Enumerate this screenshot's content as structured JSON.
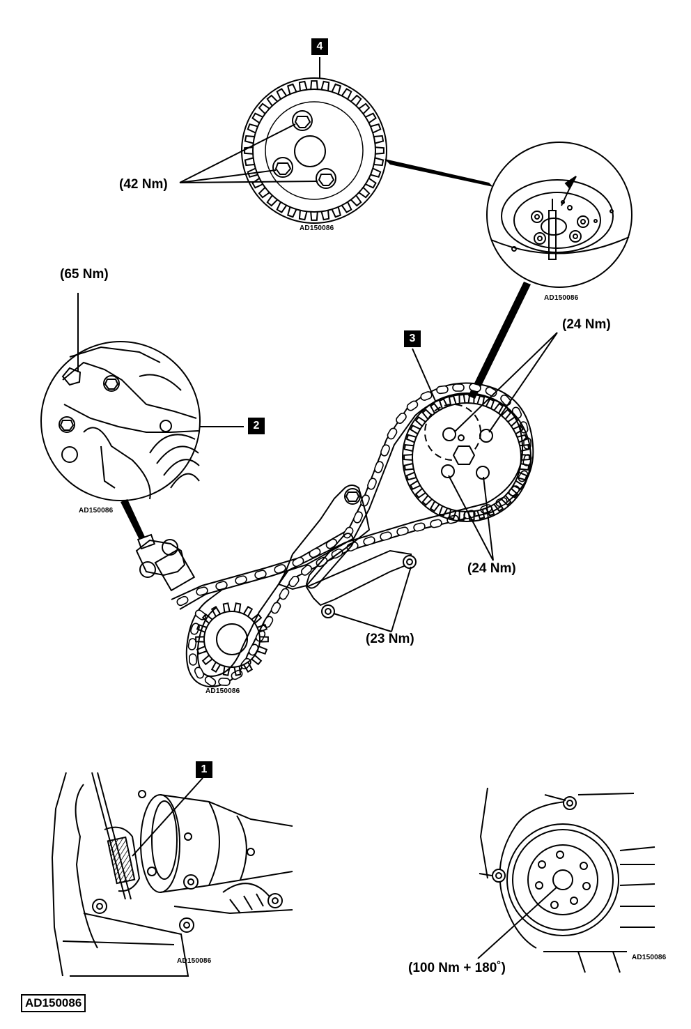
{
  "callouts": {
    "c1": "1",
    "c2": "2",
    "c3": "3",
    "c4": "4"
  },
  "torques": {
    "t42": "(42 Nm)",
    "t65": "(65 Nm)",
    "t24_top": "(24 Nm)",
    "t24_bottom": "(24 Nm)",
    "t23": "(23 Nm)",
    "t100": "(100 Nm + 180˚)"
  },
  "figure_code": "AD150086",
  "figure_codes": {
    "sprocket": "AD150086",
    "pulley_detail": "AD150086",
    "tensioner_detail": "AD150086",
    "belt": "AD150086",
    "lock_tool": "AD150086",
    "crank_pulley": "AD150086"
  },
  "footer_code": "AD150086"
}
